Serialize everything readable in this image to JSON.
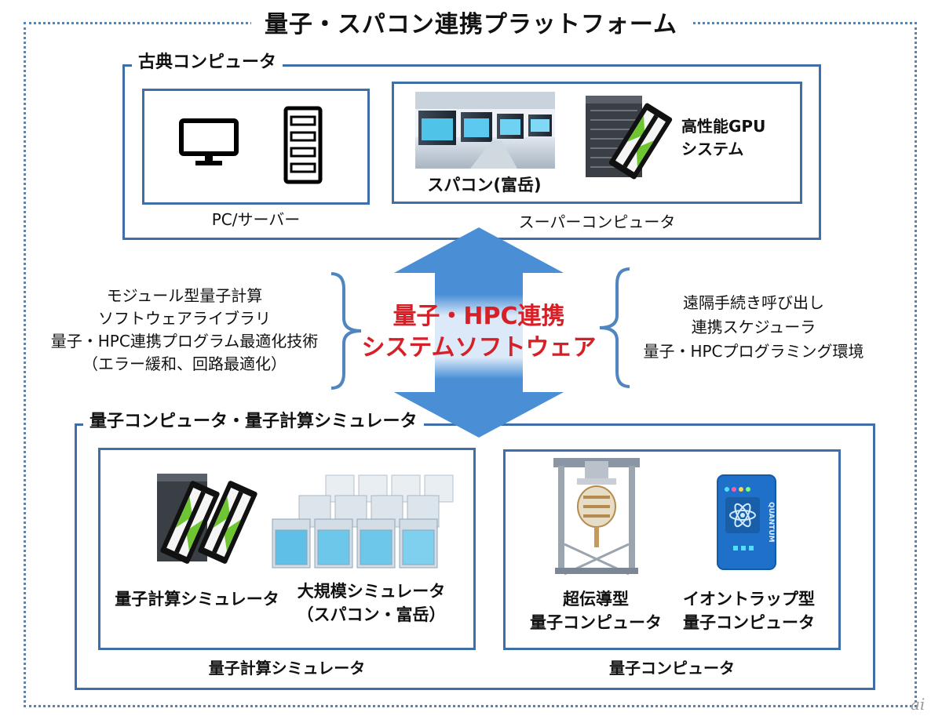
{
  "title": "量子・スパコン連携プラットフォーム",
  "classical": {
    "label": "古典コンピュータ",
    "pc_server_caption": "PC/サーバー",
    "supercomputer_caption": "スーパーコンピュータ",
    "fugaku_caption": "スパコン(富岳)",
    "gpu_caption_lines": [
      "高性能GPU",
      "システム"
    ]
  },
  "middleware": {
    "title_lines": [
      "量子・HPC連携",
      "システムソフトウェア"
    ],
    "left_lines": [
      "モジュール型量子計算",
      "ソフトウェアライブラリ",
      "量子・HPC連携プログラム最適化技術",
      "（エラー緩和、回路最適化）"
    ],
    "right_lines": [
      "遠隔手続き呼び出し",
      "連携スケジューラ",
      "量子・HPCプログラミング環境"
    ]
  },
  "quantum": {
    "label": "量子コンピュータ・量子計算シミュレータ",
    "simulator_box_caption": "量子計算シミュレータ",
    "simulator_item_caption": "量子計算シミュレータ",
    "large_sim_caption_lines": [
      "大規模シミュレータ",
      "（スパコン・富岳）"
    ],
    "qc_box_caption": "量子コンピュータ",
    "superconducting_caption_lines": [
      "超伝導型",
      "量子コンピュータ"
    ],
    "iontrap_caption_lines": [
      "イオントラップ型",
      "量子コンピュータ"
    ],
    "quantum_device_label": "QUANTUM"
  },
  "watermark": "ai",
  "colors": {
    "frame_blue": "#3f6fa9",
    "arrow_blue": "#4a8fd6",
    "accent_red": "#d61f26",
    "gpu_green": "#6ec531"
  }
}
